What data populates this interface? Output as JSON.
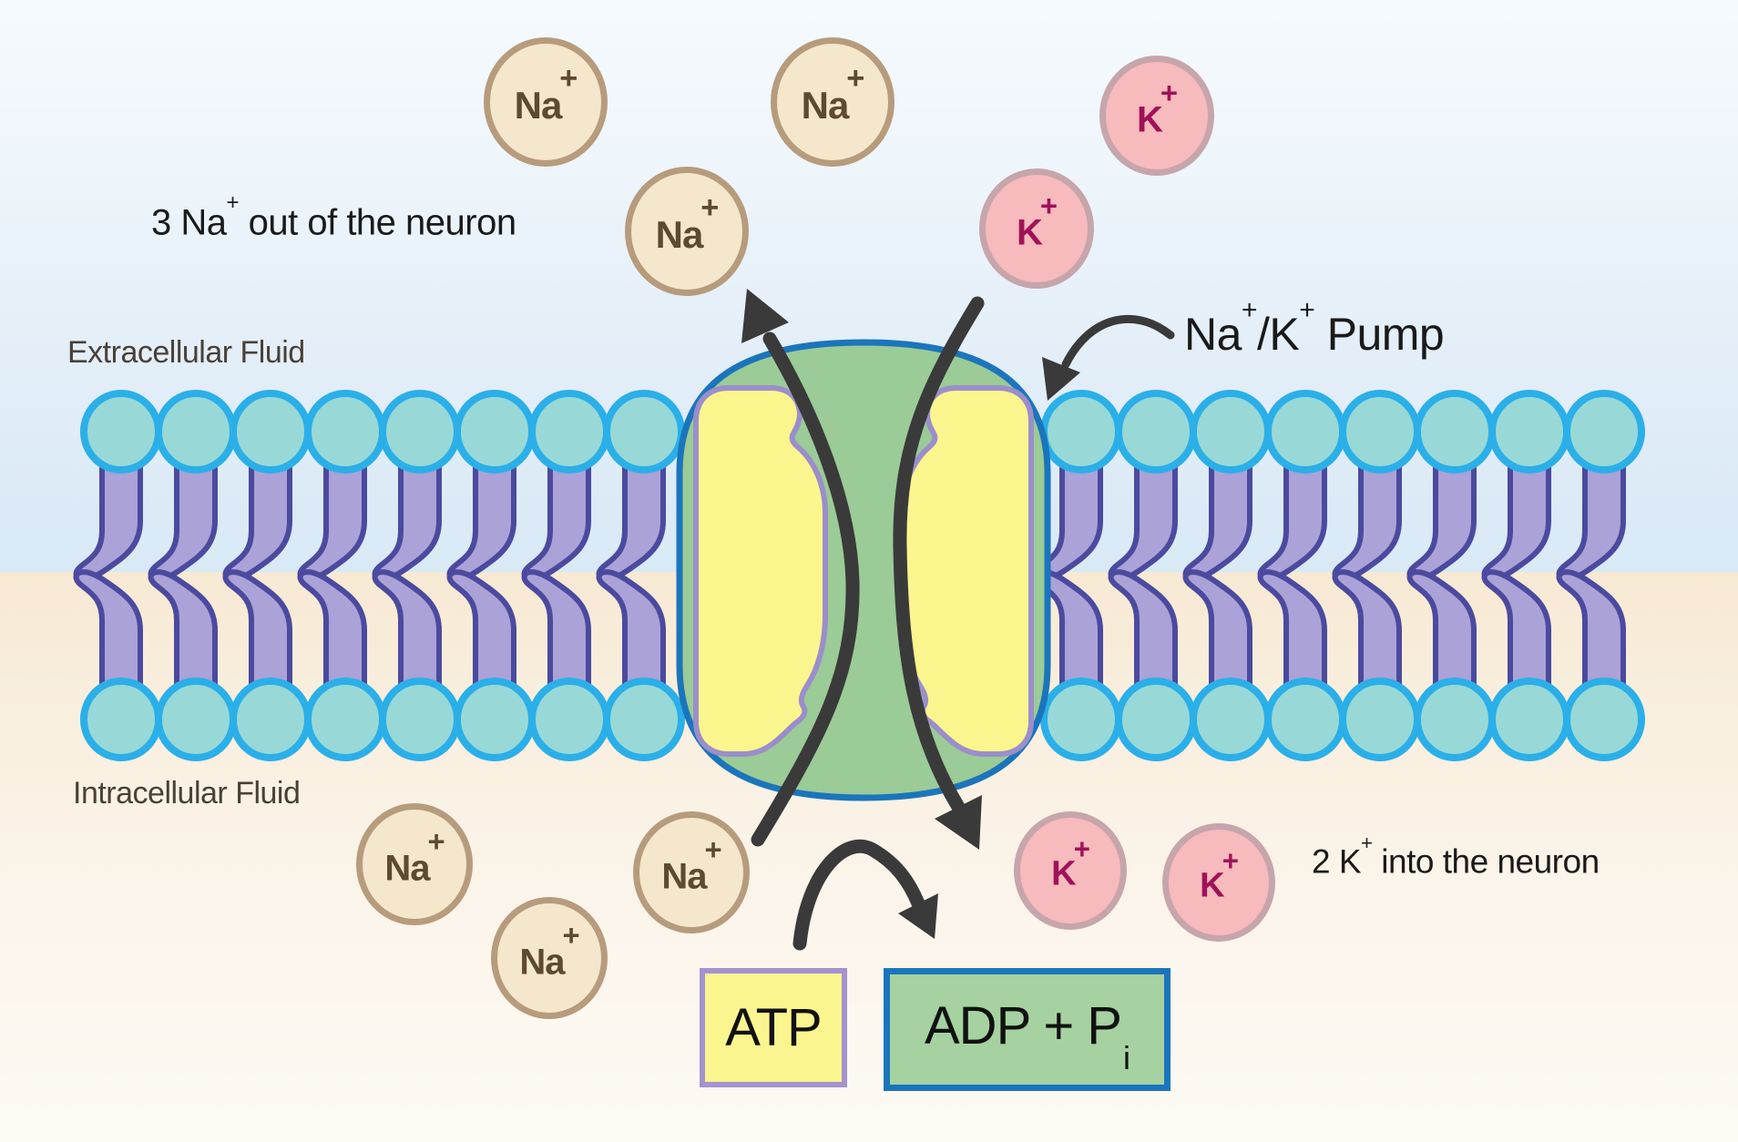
{
  "labels": {
    "na_out": {
      "pre": "3 Na",
      "sup": "+",
      "post": " out of the neuron"
    },
    "extracellular": "Extracellular Fluid",
    "intracellular": "Intracellular Fluid",
    "pump_label": {
      "p1": "Na",
      "s1": "+",
      "p2": "/K",
      "s2": "+",
      "p3": " Pump"
    },
    "k_in": {
      "pre": "2 K",
      "sup": "+",
      "post": " into the neuron"
    }
  },
  "ions": {
    "na": {
      "base": "Na",
      "plus": "+"
    },
    "k": {
      "base": "K",
      "plus": "+"
    },
    "counts": {
      "na_extracellular": 3,
      "na_intracellular": 3,
      "k_extracellular": 2,
      "k_intracellular": 2
    }
  },
  "boxes": {
    "atp": {
      "label": "ATP"
    },
    "adp": {
      "pre": "ADP + P",
      "sub": "i"
    }
  },
  "colors": {
    "bg_extracellular_top": "#f5fafd",
    "bg_extracellular_bottom": "#d9e9f6",
    "bg_intracellular_top": "#f7e9d3",
    "bg_intracellular_bottom": "#fdfaf4",
    "head_fill": "#98d9d7",
    "head_stroke": "#2bafe8",
    "tail_fill": "#aba2d8",
    "tail_stroke": "#4b4a9e",
    "pump_fill": "#9bcb96",
    "pump_stroke": "#1b75bc",
    "lobe_fill": "#fbf58d",
    "lobe_stroke": "#9b8ecb",
    "arrow": "#3a3a3a",
    "na_fill": "#f4e7cb",
    "na_stroke": "#b79b7d",
    "na_text": "#5d4a33",
    "k_fill": "#f7babd",
    "k_stroke": "#c6a5ab",
    "k_text": "#a01158",
    "atp_fill": "#fbf58f",
    "atp_stroke": "#a393cf",
    "adp_fill": "#a5d2a0",
    "adp_stroke": "#1b75bc",
    "label_dark": "#1a1a1a",
    "fluid_label": "#4a4037"
  }
}
